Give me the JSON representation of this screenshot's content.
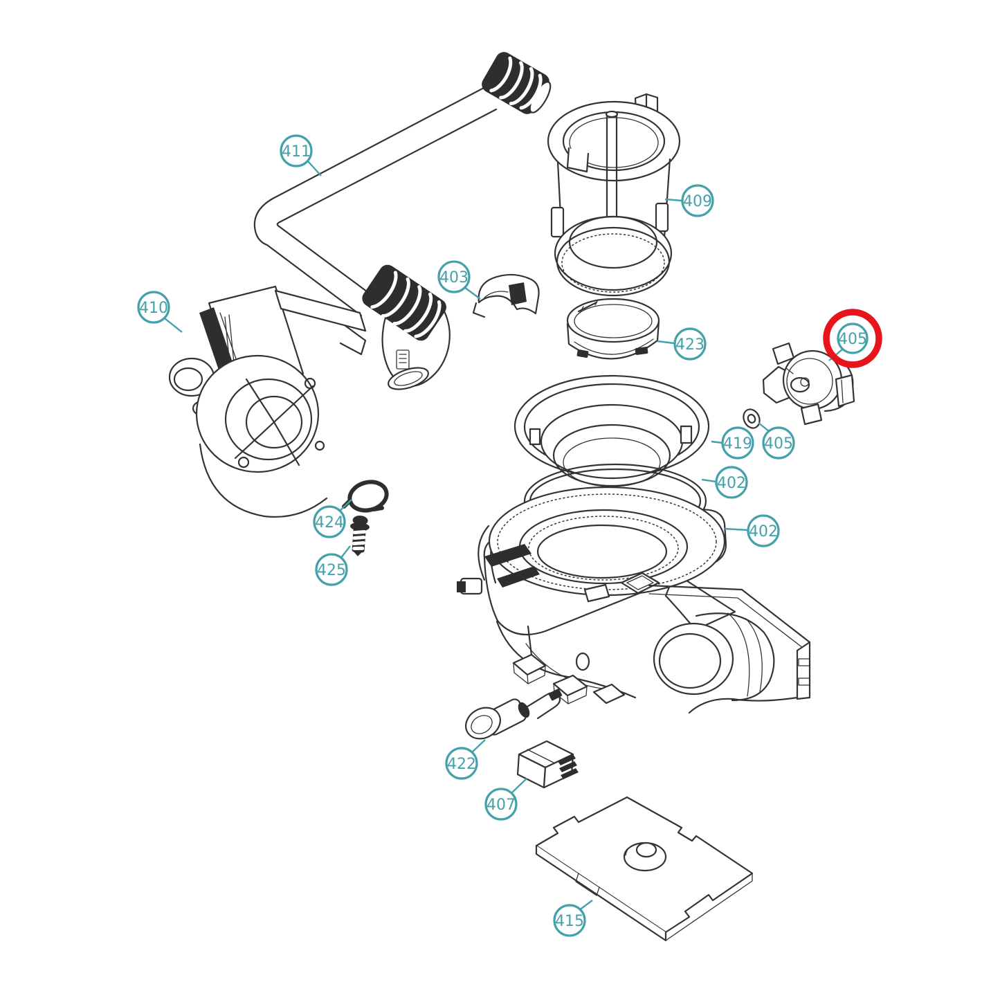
{
  "diagram": {
    "background_color": "#ffffff",
    "line_color": "#333333",
    "callout_color": "#44a1a9",
    "highlight_color": "#e8141b",
    "highlight": {
      "target_label": "405",
      "shape": "circle"
    },
    "callouts": {
      "c411": {
        "label": "411",
        "part": "drain-hose"
      },
      "c409": {
        "label": "409",
        "part": "filter-assembly"
      },
      "c403": {
        "label": "403",
        "part": "hose-clip"
      },
      "c410": {
        "label": "410",
        "part": "pump-motor"
      },
      "c423": {
        "label": "423",
        "part": "seal-band"
      },
      "c405_highlighted": {
        "label": "405",
        "part": "thermostat",
        "highlighted": true
      },
      "c419": {
        "label": "419",
        "part": "sump-inlet-ring"
      },
      "c405_washer": {
        "label": "405",
        "part": "thermostat-washer"
      },
      "c402_oring": {
        "label": "402",
        "part": "o-ring"
      },
      "c402_flange": {
        "label": "402",
        "part": "sump-flange-seal"
      },
      "c424": {
        "label": "424",
        "part": "cap"
      },
      "c425": {
        "label": "425",
        "part": "screw"
      },
      "c422": {
        "label": "422",
        "part": "shaft"
      },
      "c407": {
        "label": "407",
        "part": "terminal-connector"
      },
      "c415": {
        "label": "415",
        "part": "sump-cover-plate"
      }
    }
  }
}
